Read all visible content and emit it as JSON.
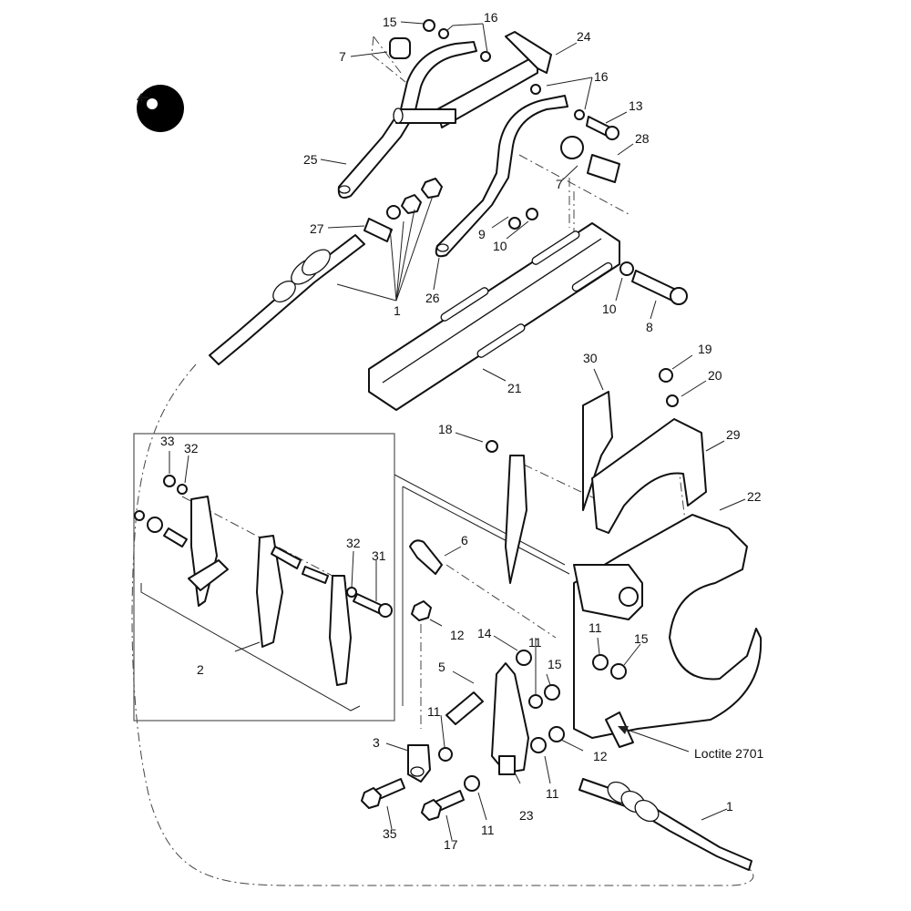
{
  "diagram": {
    "type": "exploded-parts-diagram",
    "annotation": "Loctite 2701",
    "callouts": [
      {
        "id": "c15a",
        "label": "15"
      },
      {
        "id": "c16a",
        "label": "16"
      },
      {
        "id": "c24",
        "label": "24"
      },
      {
        "id": "c7a",
        "label": "7"
      },
      {
        "id": "c4",
        "label": "4"
      },
      {
        "id": "c16b",
        "label": "16"
      },
      {
        "id": "c13",
        "label": "13"
      },
      {
        "id": "c28",
        "label": "28"
      },
      {
        "id": "c25",
        "label": "25"
      },
      {
        "id": "c7b",
        "label": "7"
      },
      {
        "id": "c27",
        "label": "27"
      },
      {
        "id": "c9",
        "label": "9"
      },
      {
        "id": "c10a",
        "label": "10"
      },
      {
        "id": "c26",
        "label": "26"
      },
      {
        "id": "c1a",
        "label": "1"
      },
      {
        "id": "c10b",
        "label": "10"
      },
      {
        "id": "c8",
        "label": "8"
      },
      {
        "id": "c21",
        "label": "21"
      },
      {
        "id": "c30",
        "label": "30"
      },
      {
        "id": "c19",
        "label": "19"
      },
      {
        "id": "c20",
        "label": "20"
      },
      {
        "id": "c18",
        "label": "18"
      },
      {
        "id": "c29",
        "label": "29"
      },
      {
        "id": "c33",
        "label": "33"
      },
      {
        "id": "c32a",
        "label": "32"
      },
      {
        "id": "c22",
        "label": "22"
      },
      {
        "id": "c6",
        "label": "6"
      },
      {
        "id": "c32b",
        "label": "32"
      },
      {
        "id": "c31",
        "label": "31"
      },
      {
        "id": "c12a",
        "label": "12"
      },
      {
        "id": "c14",
        "label": "14"
      },
      {
        "id": "c11a",
        "label": "11"
      },
      {
        "id": "c11b",
        "label": "11"
      },
      {
        "id": "c15b",
        "label": "15"
      },
      {
        "id": "c15c",
        "label": "15"
      },
      {
        "id": "c2",
        "label": "2"
      },
      {
        "id": "c5",
        "label": "5"
      },
      {
        "id": "c11c",
        "label": "11"
      },
      {
        "id": "c3",
        "label": "3"
      },
      {
        "id": "c12b",
        "label": "12"
      },
      {
        "id": "c11d",
        "label": "11"
      },
      {
        "id": "c1b",
        "label": "1"
      },
      {
        "id": "c23",
        "label": "23"
      },
      {
        "id": "c35",
        "label": "35"
      },
      {
        "id": "c17",
        "label": "17"
      },
      {
        "id": "c11e",
        "label": "11"
      }
    ]
  }
}
